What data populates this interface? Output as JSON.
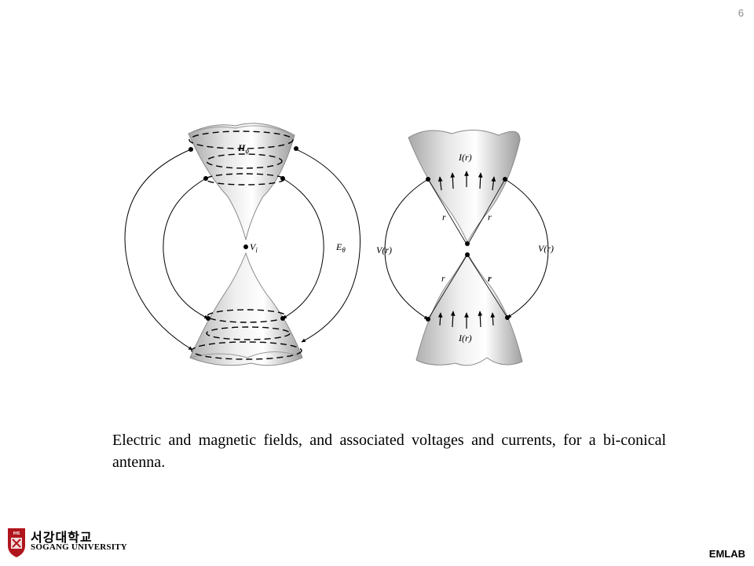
{
  "page_number": "6",
  "diagram": {
    "left": {
      "label_h": "H",
      "label_h_sub": "ϕ",
      "label_v": "V",
      "label_v_sub": "i",
      "label_e": "E",
      "label_e_sub": "θ"
    },
    "right": {
      "label_i_top": "I(r)",
      "label_i_bottom": "I(r)",
      "label_v_left": "V(r)",
      "label_v_right": "V(r)",
      "label_r": "r"
    }
  },
  "caption": "Electric and magnetic fields, and associated voltages and currents, for a bi-conical antenna.",
  "footer": {
    "university_name_ko": "서강대학교",
    "university_name_en": "SOGANG UNIVERSITY",
    "logo_text": "IHS",
    "lab_name": "EMLAB"
  }
}
